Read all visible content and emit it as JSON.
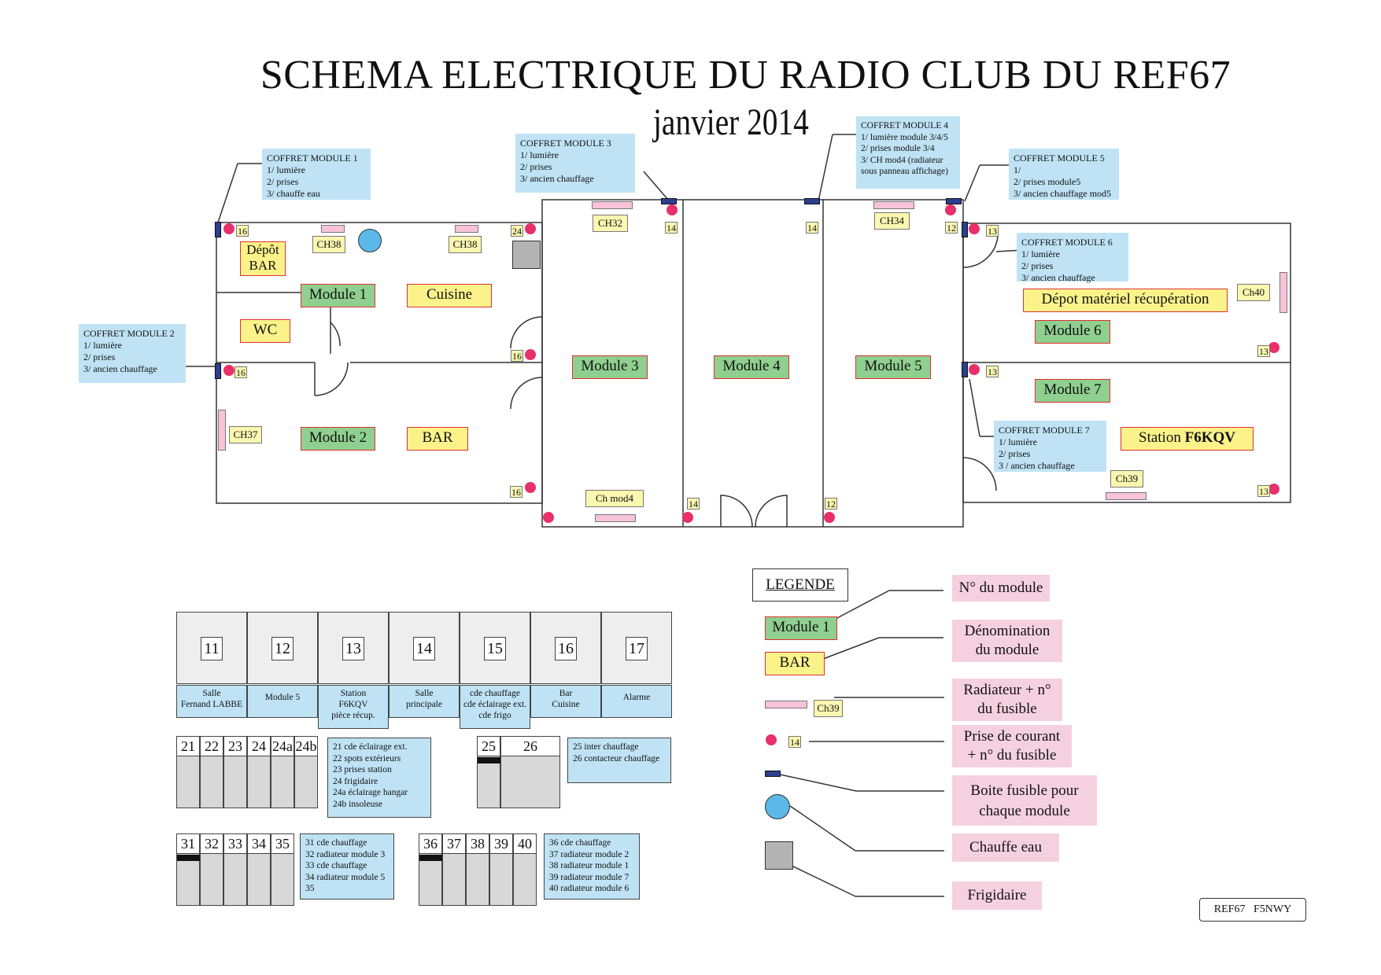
{
  "title": "SCHEMA ELECTRIQUE DU RADIO CLUB DU REF67",
  "subtitle": "janvier 2014",
  "coffrets": {
    "m1": "COFFRET MODULE 1\n1/ lumière\n2/ prises\n3/ chauffe eau",
    "m2": "COFFRET MODULE 2\n1/ lumière\n2/ prises\n3/ ancien chauffage",
    "m3": "COFFRET MODULE 3\n1/ lumière\n2/ prises\n3/ ancien chauffage",
    "m4": "COFFRET MODULE 4\n1/ lumière module 3/4/5\n2/ prises module 3/4\n3/ CH mod4 (radiateur\nsous panneau affichage)",
    "m5": "COFFRET MODULE 5\n1/\n2/ prises module5\n3/ ancien chauffage mod5",
    "m6": "COFFRET MODULE 6\n1/ lumière\n2/ prises\n3/ ancien chauffage",
    "m7": "COFFRET MODULE 7\n1/ lumière\n2/ prises\n3 / ancien chauffage"
  },
  "modules": [
    "Module 1",
    "Module 2",
    "Module 3",
    "Module 4",
    "Module 5",
    "Module 6",
    "Module 7"
  ],
  "rooms": {
    "depot": "Dépôt\nBAR",
    "cuisine": "Cuisine",
    "wc": "WC",
    "bar": "BAR",
    "depot_materiel": "Dépot matériel récupération",
    "station_prefix": "Station ",
    "station_call": "F6KQV"
  },
  "radiators": {
    "ch38a": "CH38",
    "ch38b": "CH38",
    "ch32": "CH32",
    "ch34": "CH34",
    "ch40": "Ch40",
    "ch37": "CH37",
    "chmod4": "Ch mod4",
    "ch39": "Ch39"
  },
  "fuses": {
    "f16a": "16",
    "f16b": "16",
    "f16c": "16",
    "f16d": "16",
    "f24": "24",
    "f14a": "14",
    "f14b": "14",
    "f14c": "14",
    "f12a": "12",
    "f12b": "12",
    "f13a": "13",
    "f13b": "13",
    "f13c": "13",
    "f13d": "13"
  },
  "legend": {
    "title": "LEGENDE",
    "module_example": "Module 1",
    "room_example": "BAR",
    "radiator_example": "Ch39",
    "fuse_example": "14",
    "items": [
      "N° du module",
      "Dénomination\ndu module",
      "Radiateur + n°\ndu fusible",
      "Prise de courant\n+ n° du fusible",
      "Boite fusible pour\nchaque module",
      "Chauffe eau",
      "Frigidaire"
    ]
  },
  "panel": {
    "top_numbers": [
      "11",
      "12",
      "13",
      "14",
      "15",
      "16",
      "17"
    ],
    "top_labels": [
      "Salle\nFernand LABBE",
      "Module 5",
      "Station\nF6KQV\npièce récup.",
      "Salle\nprincipale",
      "cde chauffage\ncde éclairage ext.\ncde frigo",
      "Bar\nCuisine",
      "Alarme"
    ],
    "row2": [
      "21",
      "22",
      "23",
      "24",
      "24a",
      "24b"
    ],
    "row2_list": "21 cde éclairage ext.\n22 spots extérieurs\n23 prises station\n24 frigidaire\n24a éclairage hangar\n24b insoleuse",
    "row2b": [
      "25",
      "26"
    ],
    "row2b_list": "25 inter chauffage\n26 contacteur chauffage",
    "row3a": [
      "31",
      "32",
      "33",
      "34",
      "35"
    ],
    "row3a_list": "31 cde chauffage\n32 radiateur module 3\n33 cde chauffage\n34 radiateur module 5\n35",
    "row3b": [
      "36",
      "37",
      "38",
      "39",
      "40"
    ],
    "row3b_list": "36 cde chauffage\n37 radiateur module 2\n38 radiateur module 1\n39 radiateur module 7\n40 radiateur module 6"
  },
  "signature": "REF67   F5NWY",
  "colors": {
    "coffret_bg": "#bfe3f5",
    "module_bg": "#8fcf8f",
    "room_bg": "#fbf38a",
    "outlet": "#e8306a",
    "fusebox": "#2b3f8f",
    "radiator": "#f7c3d8",
    "legend_bg": "#f5d1e0",
    "water_heater": "#5bb8e8",
    "fridge": "#b3b3b3"
  }
}
